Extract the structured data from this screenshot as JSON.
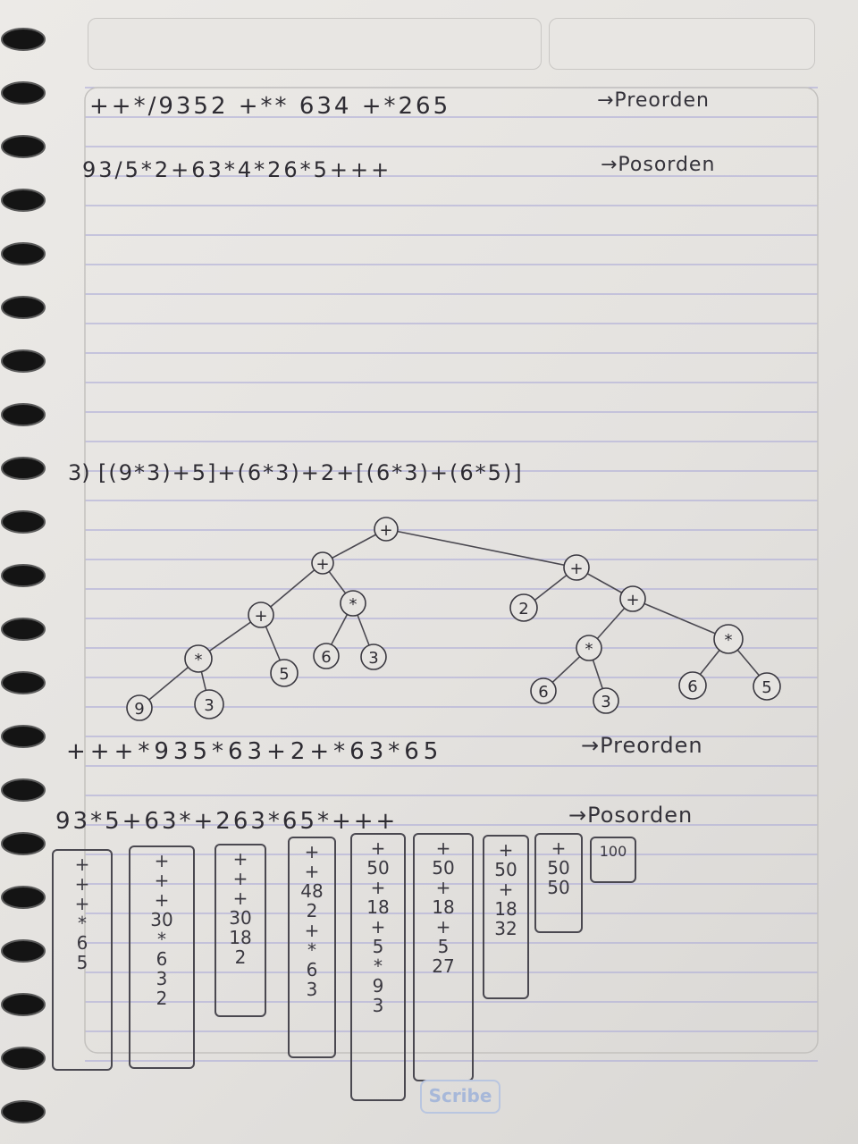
{
  "ex1": {
    "preorder_expr": "++*/9352 +** 634 +*265",
    "preorder_label": "→Preorden",
    "postorder_expr": "93/5*2+63*4*26*5+++",
    "postorder_label": "→Posorden"
  },
  "ex3": {
    "number": "3)",
    "expression": "[(9*3)+5]+(6*3)+2+[(6*3)+(6*5)]",
    "tree_nodes": {
      "root": "+",
      "l": "+",
      "ll": "+",
      "lll": "*",
      "n9": "9",
      "n3a": "3",
      "n5a": "5",
      "lr": "*",
      "n6a": "6",
      "n3b": "3",
      "r": "+",
      "n2": "2",
      "rr": "+",
      "rrl": "*",
      "n6b": "6",
      "n3c": "3",
      "rrr": "*",
      "n6c": "6",
      "n5b": "5"
    },
    "preorder_expr": "+++*935*63+2+*63*65",
    "preorder_label": "→Preorden",
    "postorder_expr": "93*5+63*+263*65*+++",
    "postorder_label": "→Posorden"
  },
  "stacks": [
    [
      "+",
      "+",
      "+",
      "*",
      "6",
      "5"
    ],
    [
      "+",
      "+",
      "+",
      "30",
      "*",
      "6",
      "3",
      "2"
    ],
    [
      "+",
      "+",
      "+",
      "30",
      "18",
      "2"
    ],
    [
      "+",
      "+",
      "48",
      "2",
      "+",
      "*",
      "6",
      "3"
    ],
    [
      "+",
      "50",
      "+",
      "18",
      "+",
      "5",
      "*",
      "9",
      "3"
    ],
    [
      "+",
      "50",
      "+",
      "18",
      "+",
      "5",
      "27"
    ],
    [
      "+",
      "50",
      "+",
      "18",
      "32"
    ],
    [
      "+",
      "50",
      "50"
    ],
    [
      "100"
    ]
  ],
  "watermark": "Scribe"
}
